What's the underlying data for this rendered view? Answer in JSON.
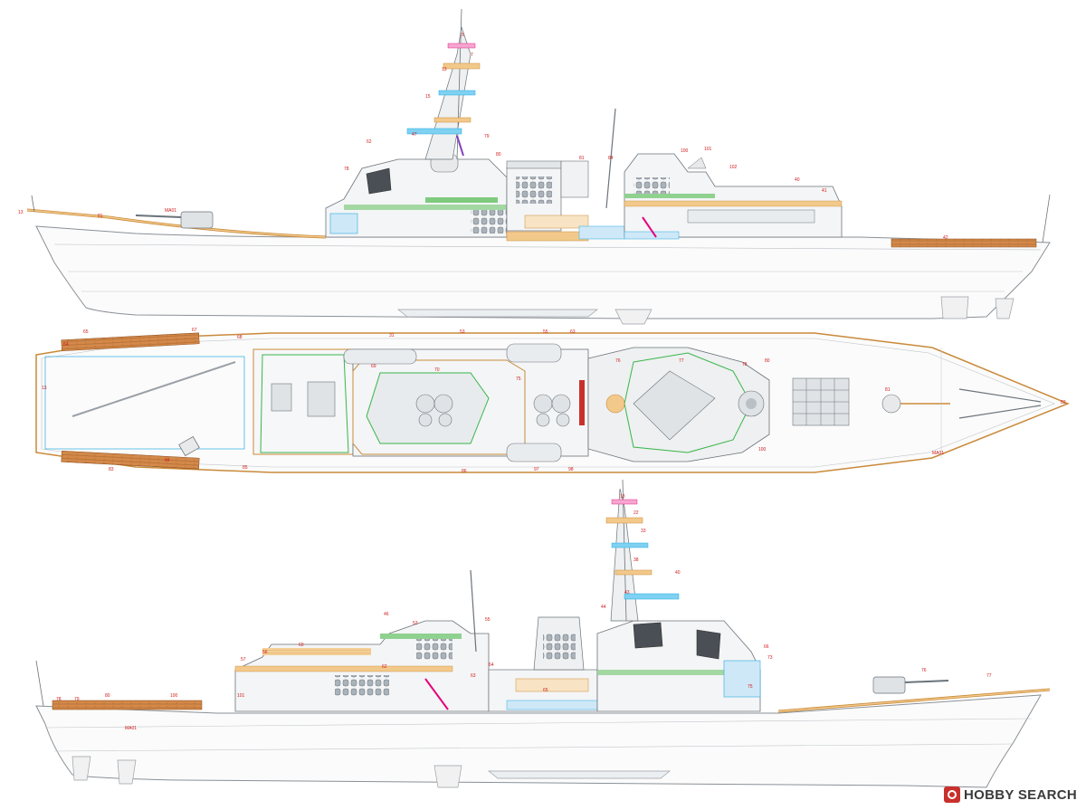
{
  "watermark": {
    "text": "HOBBY SEARCH",
    "color": "#c9302c"
  },
  "colors": {
    "hull_line": "#9aa0a6",
    "deck_wood": "#c98a3a",
    "deck_light": "#f2c98a",
    "green": "#39b54a",
    "blue": "#29abe2",
    "pink": "#e5007e",
    "purple": "#7f3fbf",
    "callout": "#d11b1b"
  },
  "callouts": {
    "starboard": [
      "13",
      "81",
      "MA01",
      "5",
      "7",
      "13",
      "15",
      "47",
      "62",
      "78",
      "79",
      "80",
      "81",
      "84",
      "100",
      "101",
      "102",
      "40",
      "41",
      "42"
    ],
    "deck": [
      "31",
      "53",
      "55",
      "63",
      "64",
      "65",
      "67",
      "68",
      "69",
      "70",
      "75",
      "76",
      "77",
      "78",
      "80",
      "81",
      "82",
      "83",
      "84",
      "85",
      "86",
      "97",
      "98",
      "100",
      "MA01",
      "13"
    ],
    "port": [
      "13",
      "22",
      "33",
      "38",
      "40",
      "43",
      "44",
      "46",
      "53",
      "55",
      "56",
      "57",
      "60",
      "62",
      "63",
      "64",
      "65",
      "66",
      "73",
      "75",
      "76",
      "77",
      "78",
      "79",
      "80",
      "100",
      "101",
      "MA01"
    ]
  }
}
